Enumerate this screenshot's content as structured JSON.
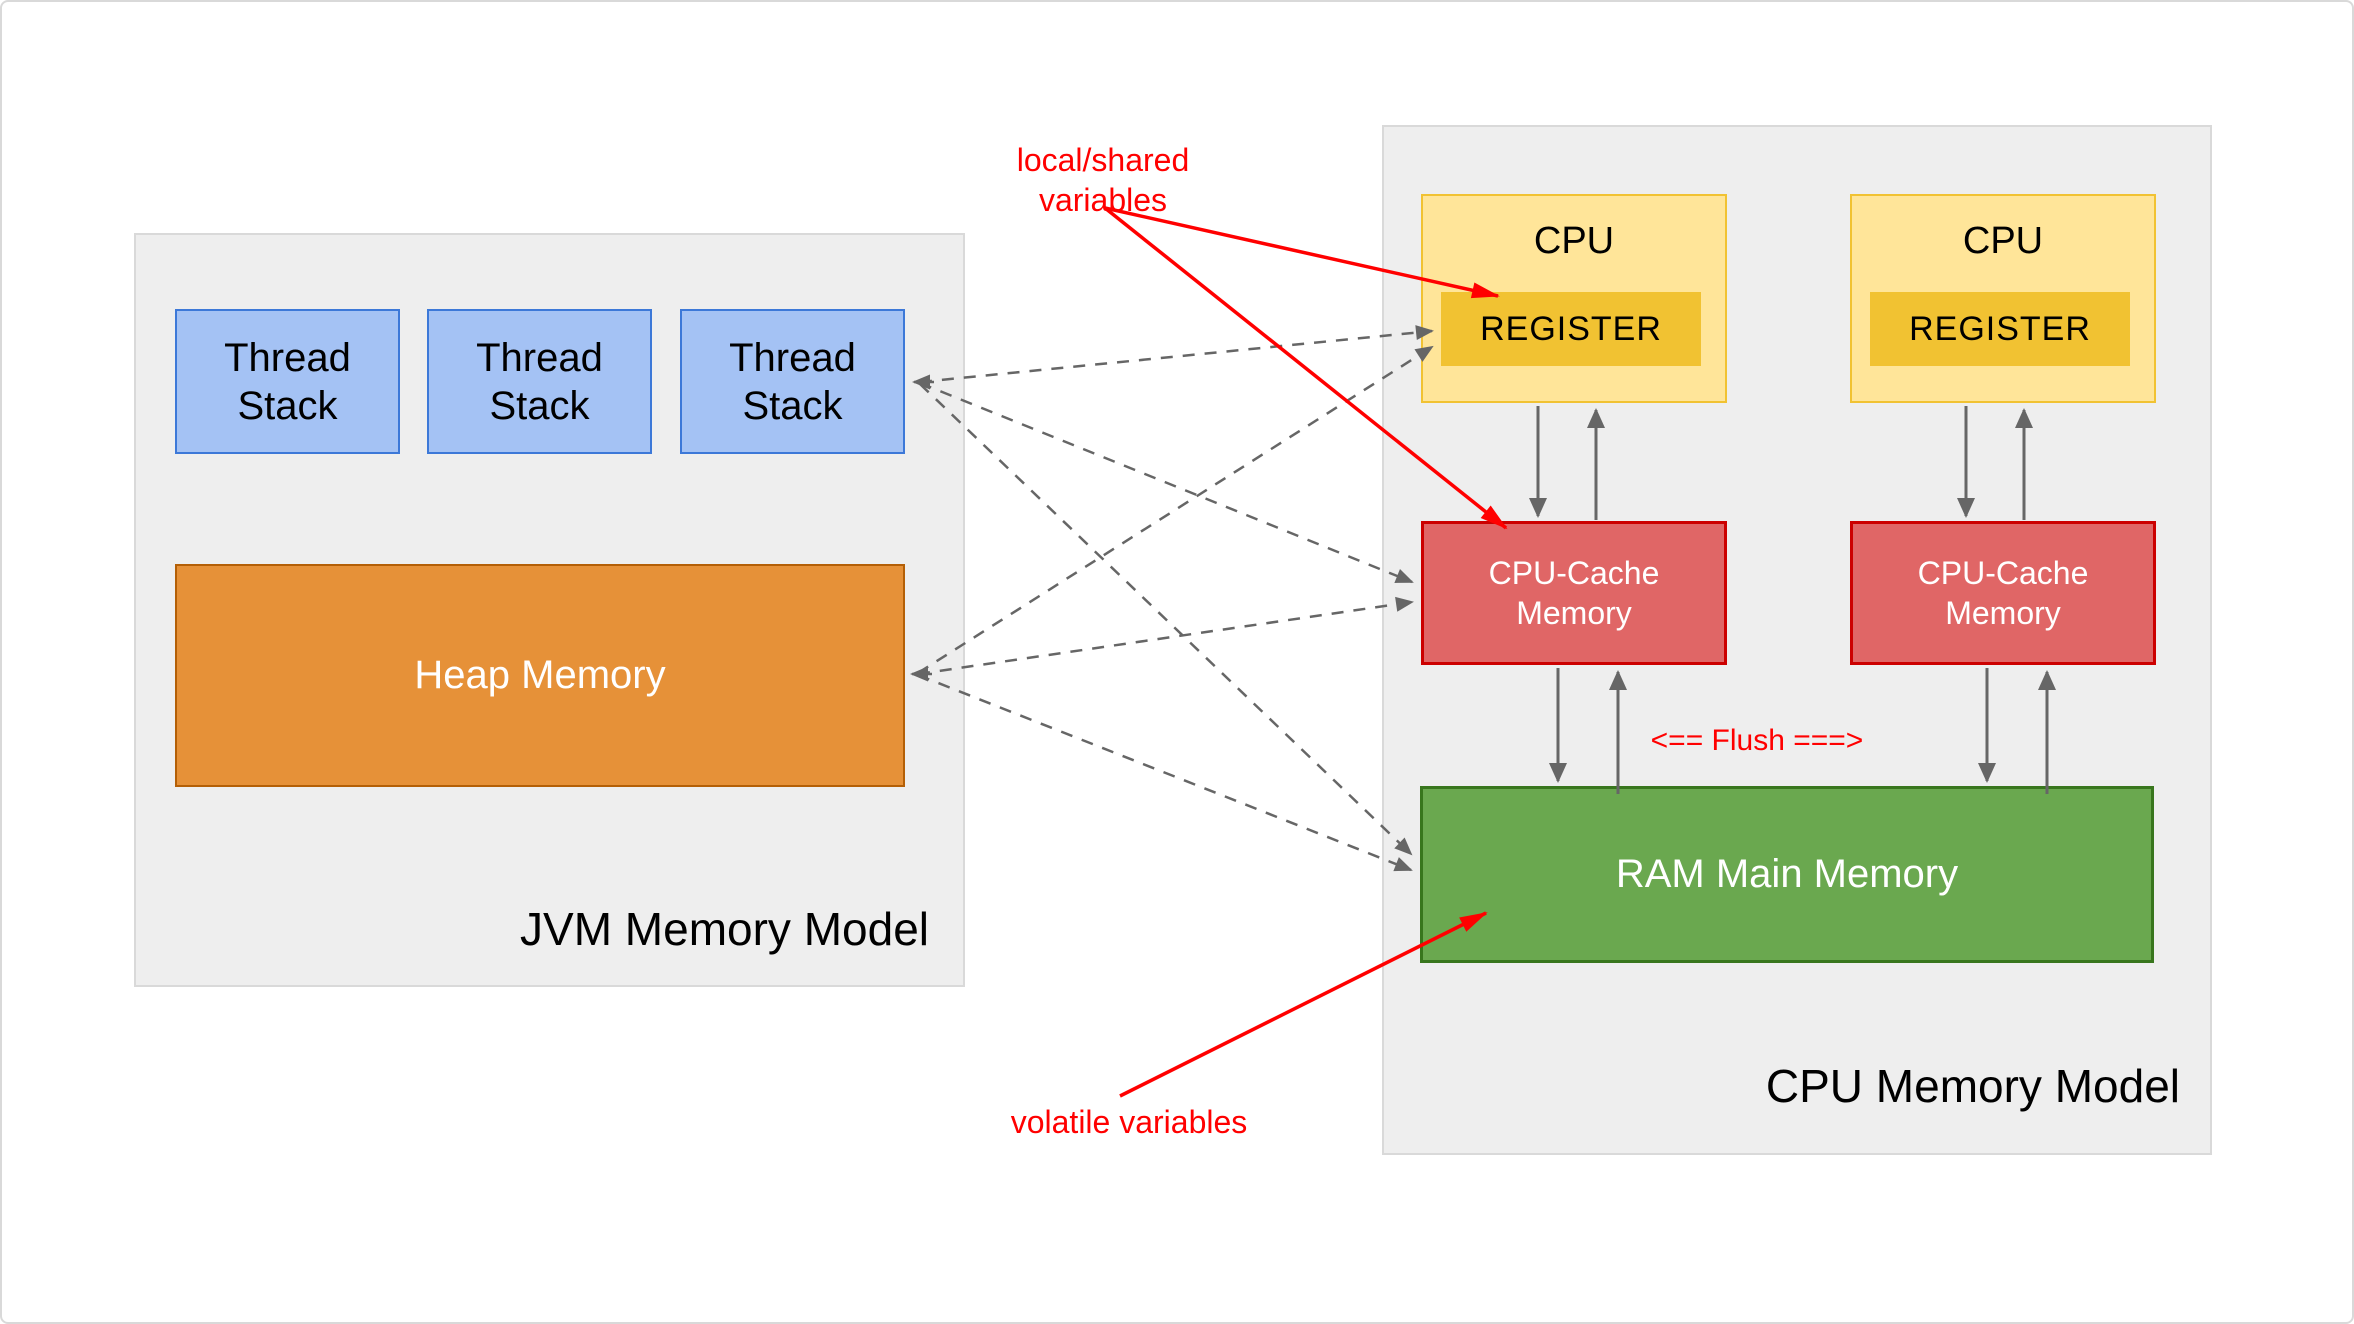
{
  "jvm": {
    "title": "JVM Memory Model",
    "thread_stacks": [
      "Thread Stack",
      "Thread Stack",
      "Thread Stack"
    ],
    "heap_label": "Heap Memory"
  },
  "cpu": {
    "title": "CPU Memory Model",
    "cpus": [
      {
        "label": "CPU",
        "register_label": "REGISTER"
      },
      {
        "label": "CPU",
        "register_label": "REGISTER"
      }
    ],
    "caches": [
      "CPU-Cache Memory",
      "CPU-Cache Memory"
    ],
    "ram_label": "RAM Main Memory"
  },
  "annotations": {
    "local_shared": "local/shared variables",
    "volatile_vars": "volatile variables",
    "flush": "<== Flush ===>"
  },
  "colors": {
    "container_fill": "#eeeeee",
    "container_border": "#d9d9d9",
    "thread_fill": "#a4c2f4",
    "thread_border": "#3c78d8",
    "heap_fill": "#e69138",
    "heap_border": "#b45f06",
    "cpu_fill": "#ffe599",
    "cpu_border": "#f1c232",
    "register_fill": "#f1c232",
    "cache_fill": "#e06666",
    "cache_border": "#cc0000",
    "ram_fill": "#6aa84f",
    "ram_border": "#38761d",
    "arrow_gray": "#666666",
    "annotation_red": "#ff0000"
  }
}
